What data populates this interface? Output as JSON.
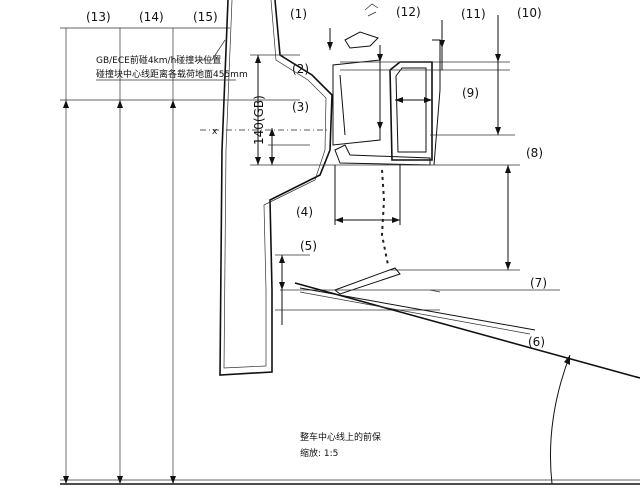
{
  "callouts": {
    "c1": "(1)",
    "c2": "(2)",
    "c3": "(3)",
    "c4": "(4)",
    "c5": "(5)",
    "c6": "(6)",
    "c7": "(7)",
    "c8": "(8)",
    "c9": "(9)",
    "c10": "(10)",
    "c11": "(11)",
    "c12": "(12)",
    "c13": "(13)",
    "c14": "(14)",
    "c15": "(15)"
  },
  "dimension": {
    "height_label": "140(GB)"
  },
  "note": {
    "line1": "GB/ECE前碰4km/h碰撞块位置",
    "line2": "碰撞块中心线距离各载荷地面455mm"
  },
  "caption": {
    "title": "整车中心线上的前保",
    "scale": "缩放: 1:5"
  },
  "colors": {
    "ink": "#111111",
    "paper": "#ffffff"
  }
}
